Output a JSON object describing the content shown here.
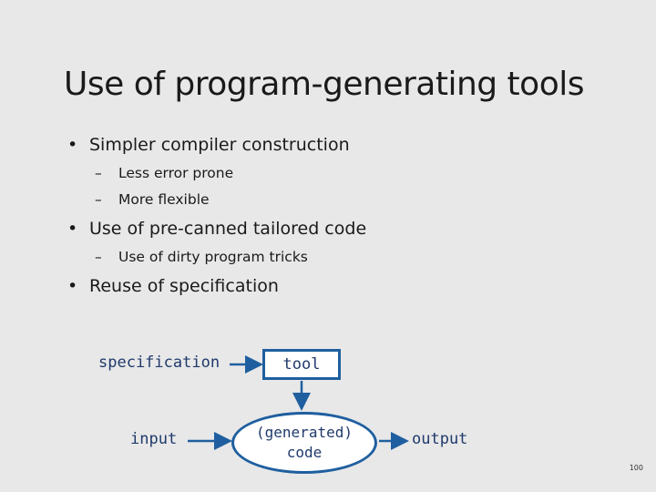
{
  "slide": {
    "title": "Use of program-generating tools",
    "bullets": [
      {
        "text": "Simpler compiler construction",
        "subs": [
          "Less error prone",
          "More flexible"
        ]
      },
      {
        "text": "Use of pre-canned tailored code",
        "subs": [
          "Use of dirty program tricks"
        ]
      },
      {
        "text": "Reuse of specification",
        "subs": []
      }
    ],
    "bullet_symbol": "•",
    "dash_symbol": "–",
    "page_number": "100"
  },
  "diagram": {
    "specification_label": "specification",
    "tool_label": "tool",
    "input_label": "input",
    "code_line1": "(generated)",
    "code_line2": "code",
    "output_label": "output",
    "box_border_color": "#1f5f9f",
    "text_color": "#1f3a6b"
  }
}
